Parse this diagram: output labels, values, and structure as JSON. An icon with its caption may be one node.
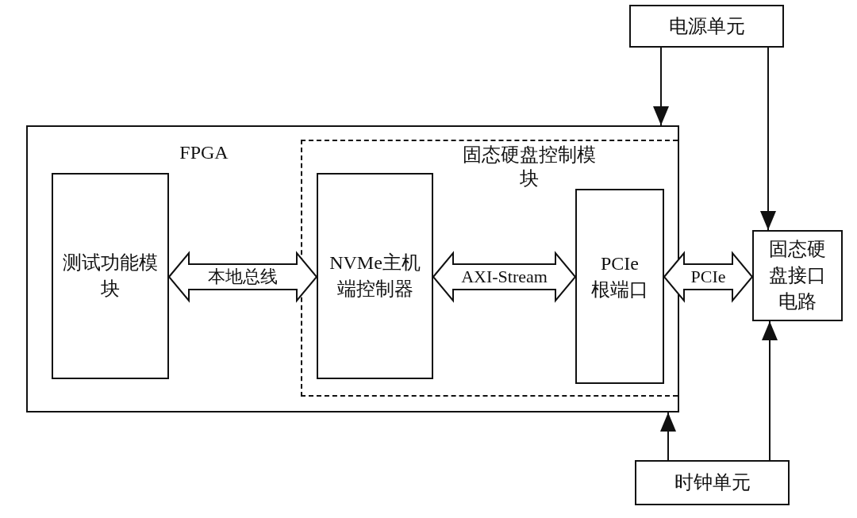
{
  "diagram": {
    "nodes": [
      {
        "text": [
          "电源单元"
        ]
      },
      {
        "text": [
          "FPGA"
        ]
      },
      {
        "text": [
          "固态硬盘控制模块"
        ],
        "in": 1
      },
      {
        "text": [
          "测试功能模块"
        ],
        "in": 1
      },
      {
        "text": [
          "NVMe主机端控制器"
        ],
        "in": 2
      },
      {
        "text": [
          "PCIe 根端口"
        ],
        "in": 2
      },
      {
        "text": [
          "固态硬盘接口电路"
        ]
      },
      {
        "text": [
          "时钟单元"
        ]
      }
    ],
    "edges": [
      {
        "from": 3,
        "to": 4,
        "arrow": "both",
        "label": "本地总线",
        "style": "thick"
      },
      {
        "from": 4,
        "to": 5,
        "arrow": "both",
        "label": "AXI-Stream",
        "style": "thick"
      },
      {
        "from": 5,
        "to": 6,
        "arrow": "both",
        "label": "PCIe",
        "style": "thick"
      },
      {
        "from": 0,
        "to": 1,
        "arrow": "to"
      },
      {
        "from": 0,
        "to": 6,
        "arrow": "to"
      },
      {
        "from": 7,
        "to": 1,
        "arrow": "to"
      },
      {
        "from": 7,
        "to": 6,
        "arrow": "to"
      }
    ]
  }
}
